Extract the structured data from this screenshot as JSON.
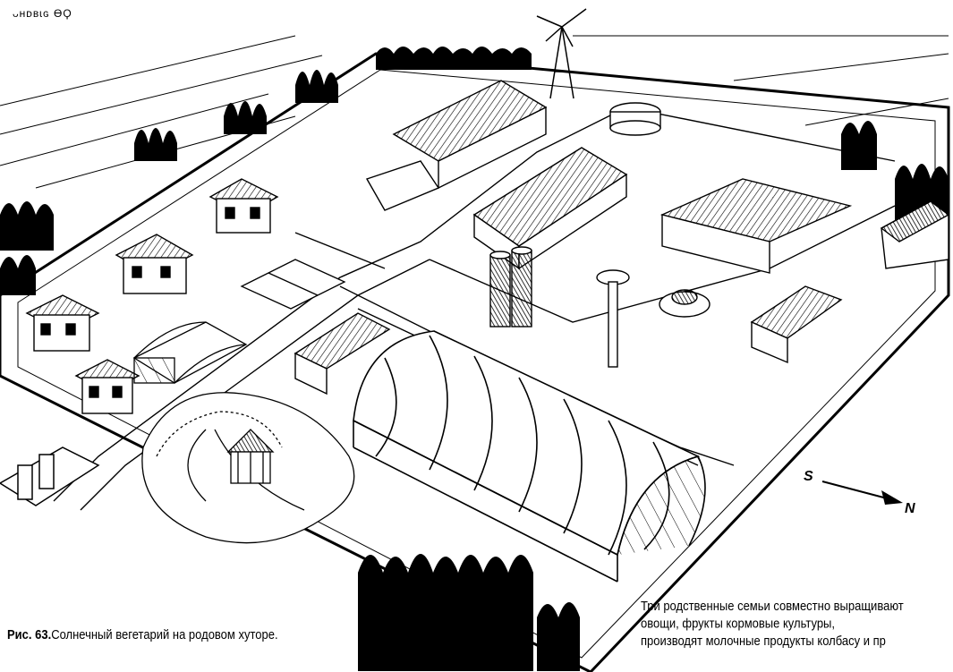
{
  "caption": {
    "figure_number": "Рис. 63.",
    "title": "Солнечный вегетарий на родовом хуторе."
  },
  "description": {
    "line1": "Три родственные семьи совместно выращивают",
    "line2": "овощи, фрукты кормовые культуры,",
    "line3": "производят молочные продукты колбасу и пр"
  },
  "compass": {
    "south": "S",
    "north": "N"
  },
  "corner_mark": "ᴗʜᴅʙɩɢ  ϴϘ",
  "colors": {
    "ink": "#000000",
    "paper": "#ffffff"
  }
}
